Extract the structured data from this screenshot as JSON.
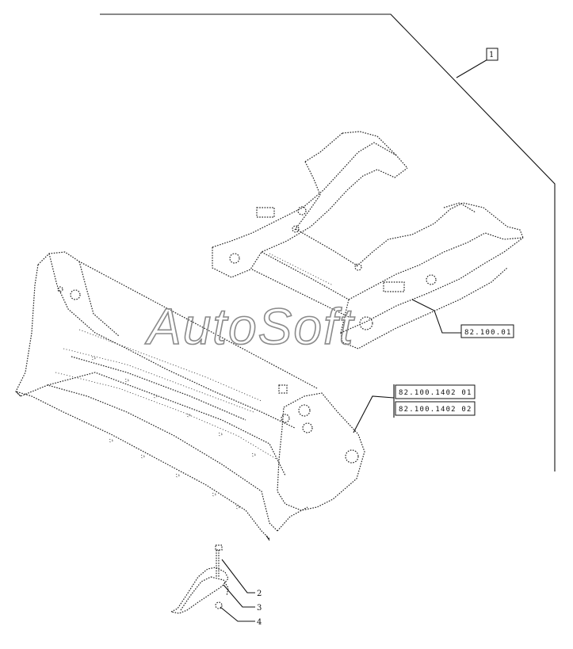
{
  "watermark": "AutoSoft",
  "labels": {
    "ref_main": "1",
    "ref_frame": "82.100.01",
    "ref_bucket_1": "82.100.1402 01",
    "ref_bucket_2": "82.100.1402 02",
    "part_2": "2",
    "part_3": "3",
    "part_4": "4"
  }
}
